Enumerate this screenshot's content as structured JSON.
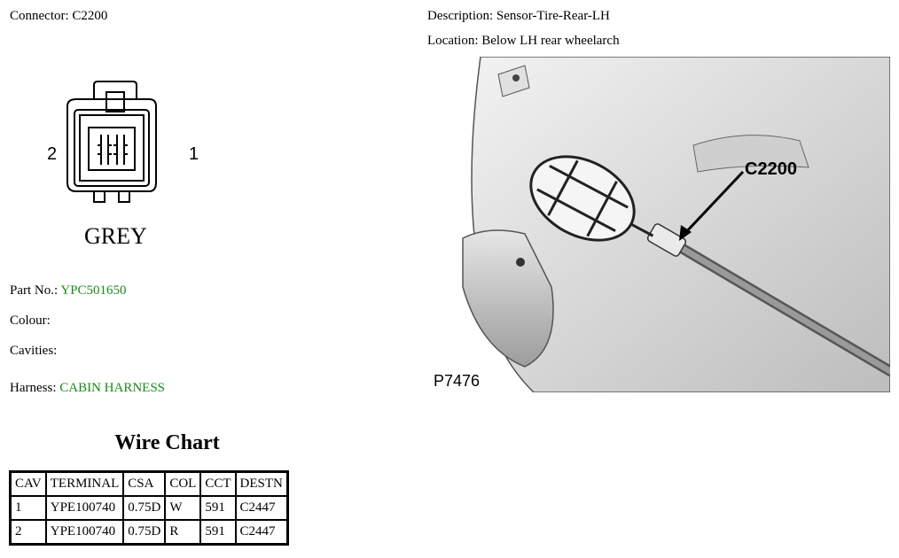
{
  "connector": {
    "label": "Connector:",
    "value": "C2200",
    "pin_left": "2",
    "pin_right": "1",
    "color_label": "GREY"
  },
  "part": {
    "label": "Part No.:",
    "value": "YPC501650"
  },
  "colour": {
    "label": "Colour:",
    "value": ""
  },
  "cavities": {
    "label": "Cavities:",
    "value": ""
  },
  "harness": {
    "label": "Harness:",
    "value": "CABIN HARNESS"
  },
  "description": {
    "label": "Description:",
    "value": "Sensor-Tire-Rear-LH"
  },
  "location": {
    "label": "Location:",
    "value": "Below LH rear wheelarch"
  },
  "photo": {
    "callout": "C2200",
    "figure_id": "P7476"
  },
  "wire_chart": {
    "title": "Wire Chart",
    "headers": [
      "CAV",
      "TERMINAL",
      "CSA",
      "COL",
      "CCT",
      "DESTN"
    ],
    "rows": [
      [
        "1",
        "YPE100740",
        "0.75D",
        "W",
        "591",
        "C2447"
      ],
      [
        "2",
        "YPE100740",
        "0.75D",
        "R",
        "591",
        "C2447"
      ]
    ]
  },
  "colors": {
    "link_green": "#1a8a1a"
  }
}
